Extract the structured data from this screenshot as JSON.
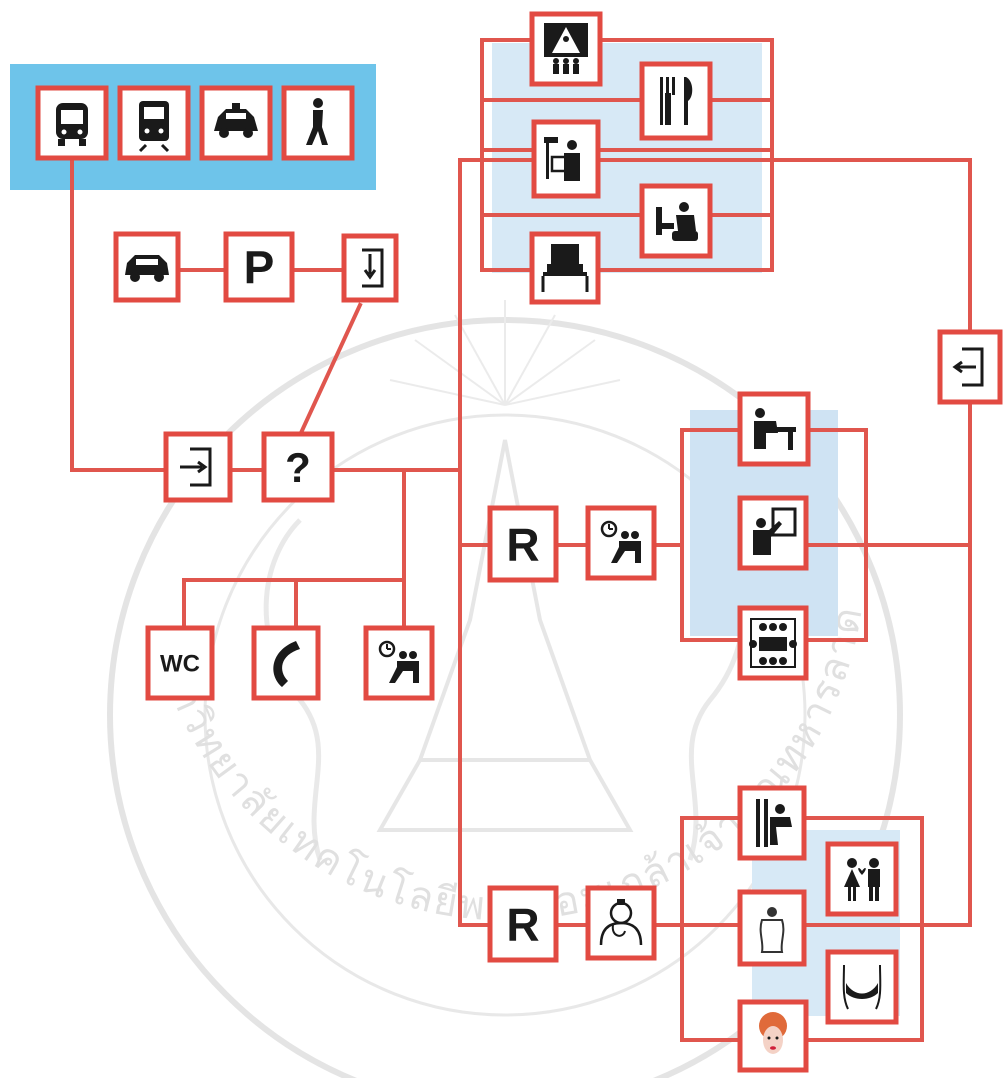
{
  "colors": {
    "frame": "#e24a42",
    "line": "#e0564e",
    "panel": "#d7e9f6",
    "transport_panel": "#6ec4ea",
    "icon": "#1a1a1a",
    "watermark": "#c9c9c9"
  },
  "watermark": {
    "arc_text": "มหาวิทยาลัยเทคโนโลยีพระจอมเกล้าเจ้าคุณทหารลาดกระบัง"
  },
  "nodes": {
    "bus": {
      "icon": "bus-icon"
    },
    "tram": {
      "icon": "tram-icon"
    },
    "taxi": {
      "icon": "taxi-icon"
    },
    "walk": {
      "icon": "pedestrian-icon"
    },
    "car": {
      "icon": "car-icon"
    },
    "parking": {
      "icon": "parking-icon",
      "label": "P"
    },
    "enter_top": {
      "icon": "entrance-icon"
    },
    "enter_left": {
      "icon": "entrance-icon"
    },
    "info": {
      "icon": "information-icon",
      "label": "?"
    },
    "wc": {
      "icon": "toilet-icon",
      "label": "WC"
    },
    "phone": {
      "icon": "telephone-icon"
    },
    "wait_small": {
      "icon": "waiting-room-icon"
    },
    "kids": {
      "icon": "childcare-icon"
    },
    "dining": {
      "icon": "restaurant-icon"
    },
    "lecture": {
      "icon": "lecture-icon"
    },
    "lounge": {
      "icon": "lounge-icon"
    },
    "cashier": {
      "icon": "cashier-icon"
    },
    "exit_right": {
      "icon": "exit-icon"
    },
    "reception1": {
      "icon": "reception-icon",
      "label": "R"
    },
    "wait1": {
      "icon": "waiting-room-icon"
    },
    "office": {
      "icon": "office-desk-icon"
    },
    "presentation": {
      "icon": "presentation-icon"
    },
    "meeting": {
      "icon": "meeting-room-icon"
    },
    "reception2": {
      "icon": "reception-icon",
      "label": "R"
    },
    "doctor": {
      "icon": "doctor-icon"
    },
    "gym": {
      "icon": "fitness-icon"
    },
    "couple": {
      "icon": "couple-icon"
    },
    "back": {
      "icon": "body-treatment-icon"
    },
    "bust": {
      "icon": "breast-clinic-icon"
    },
    "beauty": {
      "icon": "beauty-icon"
    }
  }
}
